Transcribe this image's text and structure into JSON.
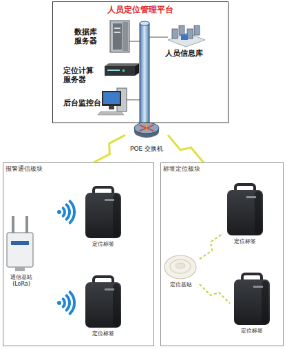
{
  "diagram": {
    "nodes": [
      {
        "text": [
          "人员定位管理平台"
        ]
      },
      {
        "text": [
          "数据库服务器"
        ],
        "in": 0
      },
      {
        "text": [
          "人员信息库"
        ],
        "in": 0
      },
      {
        "text": [
          "定位计算服务器"
        ],
        "in": 0
      },
      {
        "text": [
          "后台监控台"
        ],
        "in": 0
      },
      {
        "text": [
          "POE 交换机"
        ]
      },
      {
        "text": [
          "报警通信板块"
        ]
      },
      {
        "text": [
          "通信基站 (LoRa)"
        ],
        "in": 6
      },
      {
        "text": [
          "定位标签"
        ],
        "in": 6
      },
      {
        "text": [
          "定位标签"
        ],
        "in": 6
      },
      {
        "text": [
          "标签定位板块"
        ]
      },
      {
        "text": [
          "定位标签"
        ],
        "in": 10
      },
      {
        "text": [
          "定位基站"
        ],
        "in": 10
      },
      {
        "text": [
          "定位标签"
        ],
        "in": 10
      }
    ],
    "edges": [
      {
        "from": 0,
        "to": 5,
        "arrow": "none"
      },
      {
        "from": 5,
        "to": 6,
        "arrow": "none"
      },
      {
        "from": 5,
        "to": 10,
        "arrow": "none"
      },
      {
        "from": 12,
        "to": 11,
        "arrow": "none"
      },
      {
        "from": 12,
        "to": 13,
        "arrow": "none"
      }
    ]
  }
}
